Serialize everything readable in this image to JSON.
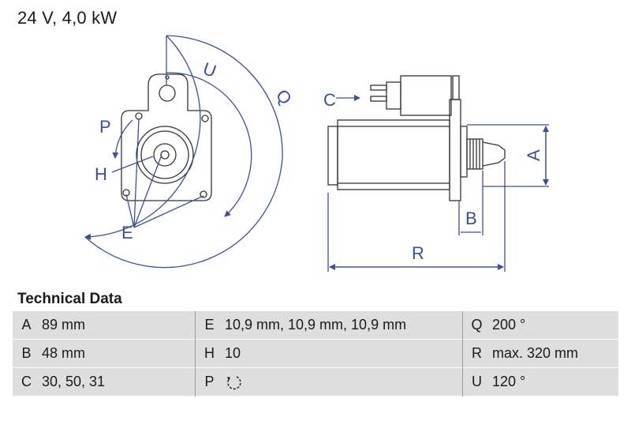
{
  "header": {
    "title": "24 V, 4,0 kW"
  },
  "drawing": {
    "labels": {
      "U": "U",
      "Q": "Q",
      "P": "P",
      "H": "H",
      "E": "E",
      "C": "C",
      "A": "A",
      "B": "B",
      "R": "R"
    },
    "colors": {
      "dimension": "#3b4f9a",
      "outline": "#333333"
    }
  },
  "technical_data": {
    "heading": "Technical Data",
    "rows": [
      {
        "k1": "A",
        "v1": "89 mm",
        "k2": "E",
        "v2": "10,9 mm, 10,9 mm, 10,9 mm",
        "k3": "Q",
        "v3": "200 °"
      },
      {
        "k1": "B",
        "v1": "48 mm",
        "k2": "H",
        "v2": "10",
        "k3": "R",
        "v3": "max. 320 mm"
      },
      {
        "k1": "C",
        "v1": "30, 50, 31",
        "k2": "P",
        "v2_icon": "counterclockwise-rotation-icon",
        "k3": "U",
        "v3": "120 °"
      }
    ]
  }
}
